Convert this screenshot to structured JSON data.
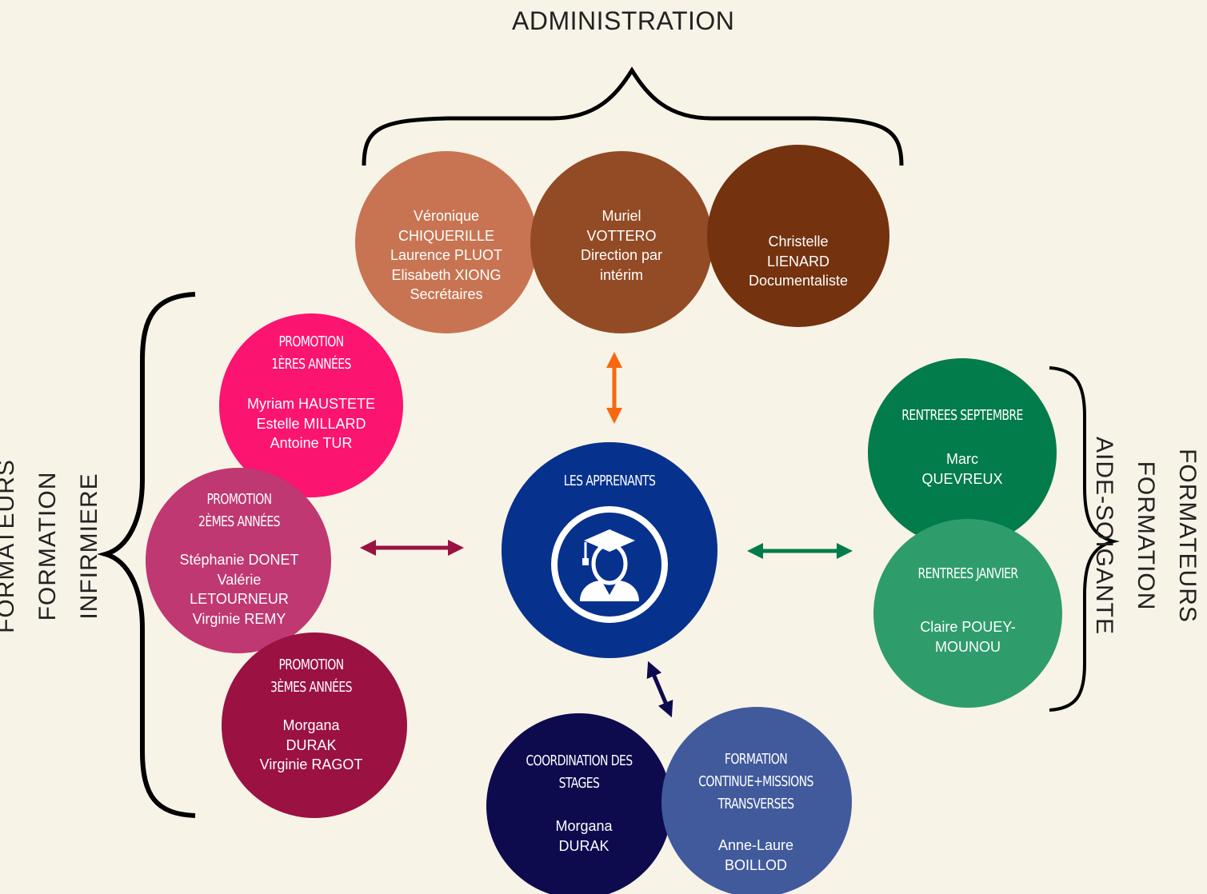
{
  "title": "ADMINISTRATION",
  "left_group": {
    "title": "FORMATEURS\nFORMATION\nINFIRMIERE"
  },
  "right_group": {
    "title": "FORMATEURS\nFORMATION\nAIDE-SOIGANTE"
  },
  "admin": [
    {
      "names": "Véronique\nCHIQUERILLE\nLaurence PLUOT\nElisabeth XIONG\nSecrétaires",
      "color": "#c87452"
    },
    {
      "names": "Muriel\nVOTTERO\nDirection par\nintérim",
      "color": "#934b25"
    },
    {
      "names": "Christelle\nLIENARD\nDocumentaliste",
      "color": "#74320f"
    }
  ],
  "center": {
    "heading": "LES APPRENANTS",
    "icon": "graduate-icon",
    "color": "#06318d"
  },
  "promotions": [
    {
      "heading": "PROMOTION\n1ÈRES ANNÉES",
      "names": "Myriam HAUSTETE\nEstelle MILLARD\nAntoine TUR",
      "color": "#fb1470"
    },
    {
      "heading": "PROMOTION\n2ÈMES ANNÉES",
      "names": "Stéphanie DONET\nValérie\nLETOURNEUR\nVirginie REMY",
      "color": "#bf3871"
    },
    {
      "heading": "PROMOTION\n3ÈMES ANNÉES",
      "names": "Morgana\nDURAK\nVirginie RAGOT",
      "color": "#9a1142"
    }
  ],
  "aide_soignante": [
    {
      "heading": "RENTREES SEPTEMBRE",
      "names": "Marc\nQUEVREUX",
      "color": "#027c4a"
    },
    {
      "heading": "RENTREES JANVIER",
      "names": "Claire POUEY-\nMOUNOU",
      "color": "#2f9c6c"
    }
  ],
  "bottom": [
    {
      "heading": "COORDINATION DES\nSTAGES",
      "names": "Morgana\nDURAK",
      "color": "#0d0a4e"
    },
    {
      "heading": "FORMATION\nCONTINUE+MISSIONS\nTRANSVERSES",
      "names": "Anne-Laure\nBOILLOD",
      "color": "#415a9c"
    }
  ],
  "arrows": [
    {
      "name": "admin-arrow",
      "color": "#f6690f"
    },
    {
      "name": "left-arrow",
      "color": "#9a1142"
    },
    {
      "name": "right-arrow",
      "color": "#027c4a"
    },
    {
      "name": "bottom-arrow",
      "color": "#0d0a4e"
    }
  ]
}
